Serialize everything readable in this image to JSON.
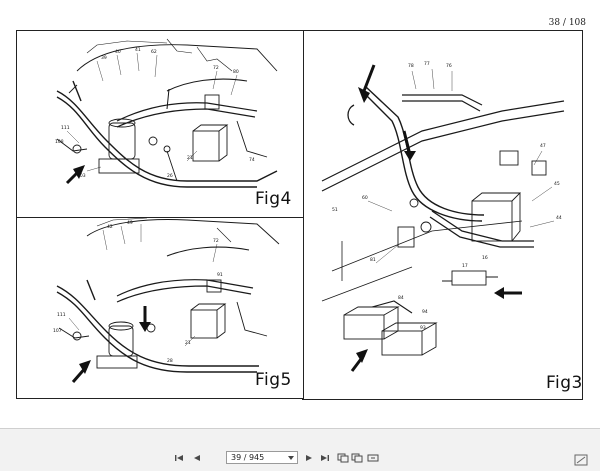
{
  "page": {
    "number": "38 / 108"
  },
  "figures": [
    {
      "label": "Fig4"
    },
    {
      "label": "Fig5"
    },
    {
      "label": "Fig3"
    }
  ],
  "toolbar": {
    "page_indicator": "39 / 945",
    "icons": [
      "first-page-icon",
      "prev-page-icon",
      "next-page-icon",
      "last-page-icon",
      "back-icon",
      "copy-icon",
      "export-icon",
      "corner-icon"
    ]
  },
  "colors": {
    "ink": "#1a1a1a",
    "toolbar_bg": "#f2f2f2",
    "icon": "#4a4a4a"
  }
}
